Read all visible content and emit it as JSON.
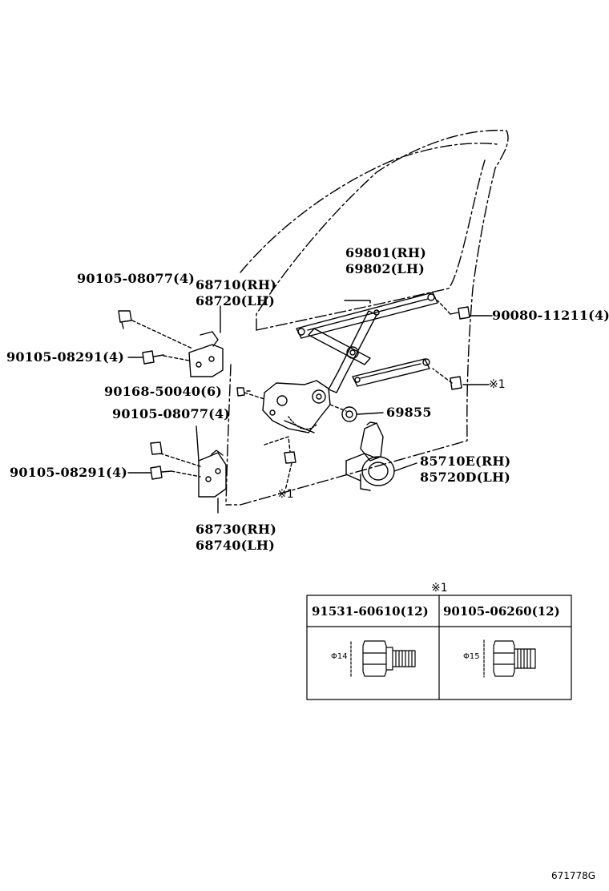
{
  "labels": {
    "p90105_08077_top": "90105-08077(4)",
    "p68710": "68710(RH)",
    "p68720": "68720(LH)",
    "p69801": "69801(RH)",
    "p69802": "69802(LH)",
    "p90080_11211": "90080-11211(4)",
    "p90105_08291_top": "90105-08291(4)",
    "p90168_50040": "90168-50040(6)",
    "p69855": "69855",
    "p90105_08077_bot": "90105-08077(4)",
    "p85710e": "85710E(RH)",
    "p85720d": "85720D(LH)",
    "p90105_08291_bot": "90105-08291(4)",
    "p68730": "68730(RH)",
    "p68740": "68740(LH)"
  },
  "marks": {
    "ref_right": "※1",
    "ref_bottom": "※1",
    "table_mark": "※1"
  },
  "table": {
    "headers": [
      "91531-60610(12)",
      "90105-06260(12)"
    ],
    "dims": [
      "Φ14",
      "Φ15"
    ]
  },
  "figure_code": "671778G"
}
